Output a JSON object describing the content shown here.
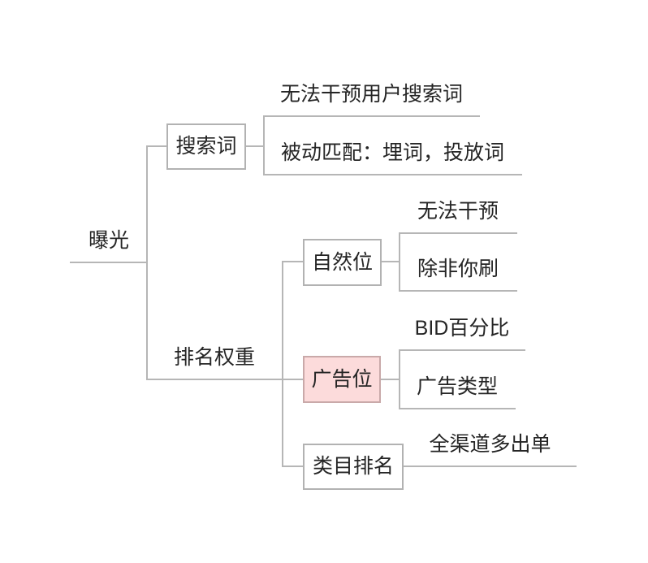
{
  "colors": {
    "background": "#ffffff",
    "connector_line": "#b6b6b6",
    "box_border": "#b2b2b2",
    "highlight_fill": "#fcdbdb",
    "highlight_border": "#c9a9a9",
    "text": "#252525"
  },
  "mindmap": {
    "root": {
      "label": "曝光"
    },
    "branch_search": {
      "label": "搜索词",
      "children": [
        {
          "label": "无法干预用户搜索词"
        },
        {
          "label": "被动匹配：埋词，投放词"
        }
      ]
    },
    "branch_ranking": {
      "label": "排名权重",
      "organic": {
        "label": "自然位",
        "children": [
          {
            "label": "无法干预"
          },
          {
            "label": "除非你刷"
          }
        ]
      },
      "ad": {
        "label": "广告位",
        "highlighted": "true",
        "children": [
          {
            "label": "BID百分比"
          },
          {
            "label": "广告类型"
          }
        ]
      },
      "category": {
        "label": "类目排名",
        "children": [
          {
            "label": "全渠道多出单"
          }
        ]
      }
    }
  }
}
